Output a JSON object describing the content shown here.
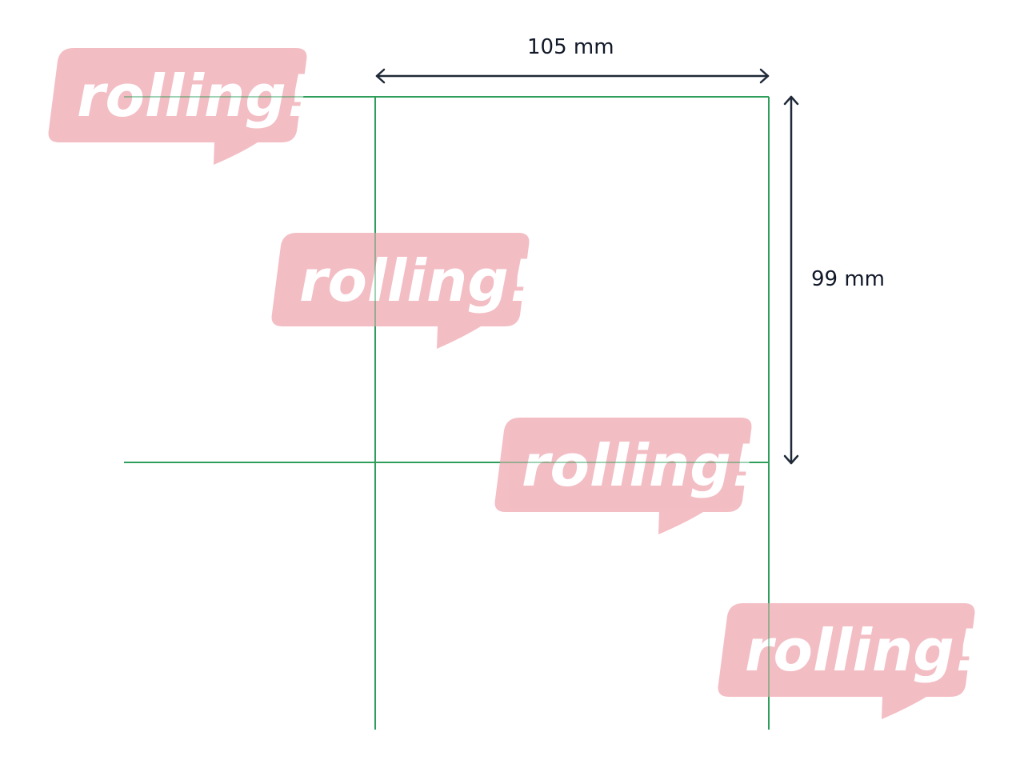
{
  "dimensions": {
    "width_label": "105 mm",
    "height_label": "99 mm"
  },
  "watermark": {
    "text": "rolling!",
    "count": 4
  },
  "colors": {
    "cut_line": "#2e9e5b",
    "dimension_arrow": "#1f2937",
    "watermark_bubble": "#f2b8bf",
    "watermark_text": "#ffffff",
    "background": "#ffffff"
  }
}
